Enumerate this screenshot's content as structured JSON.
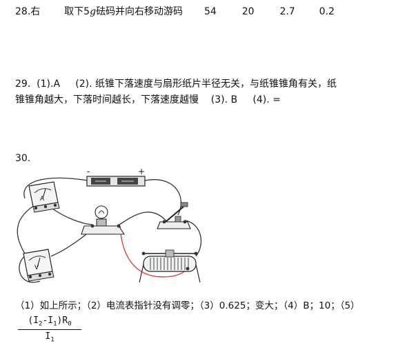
{
  "q28": {
    "number": "28.",
    "parts": [
      "右",
      "取下",
      "5",
      "g",
      "砝码并向右移动游码",
      "54",
      "20",
      "2.7",
      "0.2"
    ]
  },
  "q29": {
    "line1": "29.  (1).A     (2). 纸锥下落速度与扇形纸片半径无关，与纸锥锥角有关，纸",
    "line2": "锥锥角越大，下落时间越长，下落速度越慢    (3). B     (4). ="
  },
  "q30": {
    "number": "30.",
    "answer": "（1）如上所示；（2）电流表指针没有调零；（3）0.625；变大；（4）B；10；（5）",
    "formula": {
      "num_open": "(I",
      "sub2": "2",
      "minus": "-I",
      "sub1": "1",
      "close": ")R",
      "sub0": "0",
      "den": "I",
      "den_sub": "1"
    },
    "figure": {
      "battery_minus": "-",
      "battery_plus": "+",
      "ammeter_label": "A",
      "voltmeter_label": "V",
      "wire_color": "#333333",
      "added_wire_color": "#e23b3b"
    }
  }
}
